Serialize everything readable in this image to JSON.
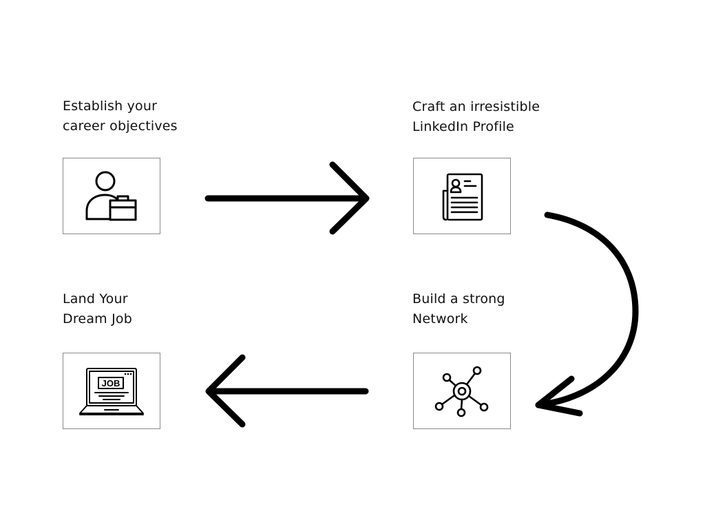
{
  "steps": [
    {
      "id": "objectives",
      "label_lines": [
        "Establish your",
        "career objectives"
      ],
      "icon": "user-briefcase-icon"
    },
    {
      "id": "profile",
      "label_lines": [
        "Craft an irresistible",
        "LinkedIn Profile"
      ],
      "icon": "profile-document-icon"
    },
    {
      "id": "network",
      "label_lines": [
        "Build a strong",
        "Network"
      ],
      "icon": "network-nodes-icon"
    },
    {
      "id": "job",
      "label_lines": [
        "Land Your",
        "Dream Job"
      ],
      "icon": "laptop-job-icon",
      "icon_text": "JOB"
    }
  ],
  "flow": [
    {
      "from": "objectives",
      "to": "profile",
      "direction": "right"
    },
    {
      "from": "profile",
      "to": "network",
      "direction": "down-curved"
    },
    {
      "from": "network",
      "to": "job",
      "direction": "left"
    }
  ],
  "colors": {
    "stroke": "#000000",
    "box_border": "#8a8a8a",
    "text": "#111111",
    "background": "#ffffff"
  }
}
